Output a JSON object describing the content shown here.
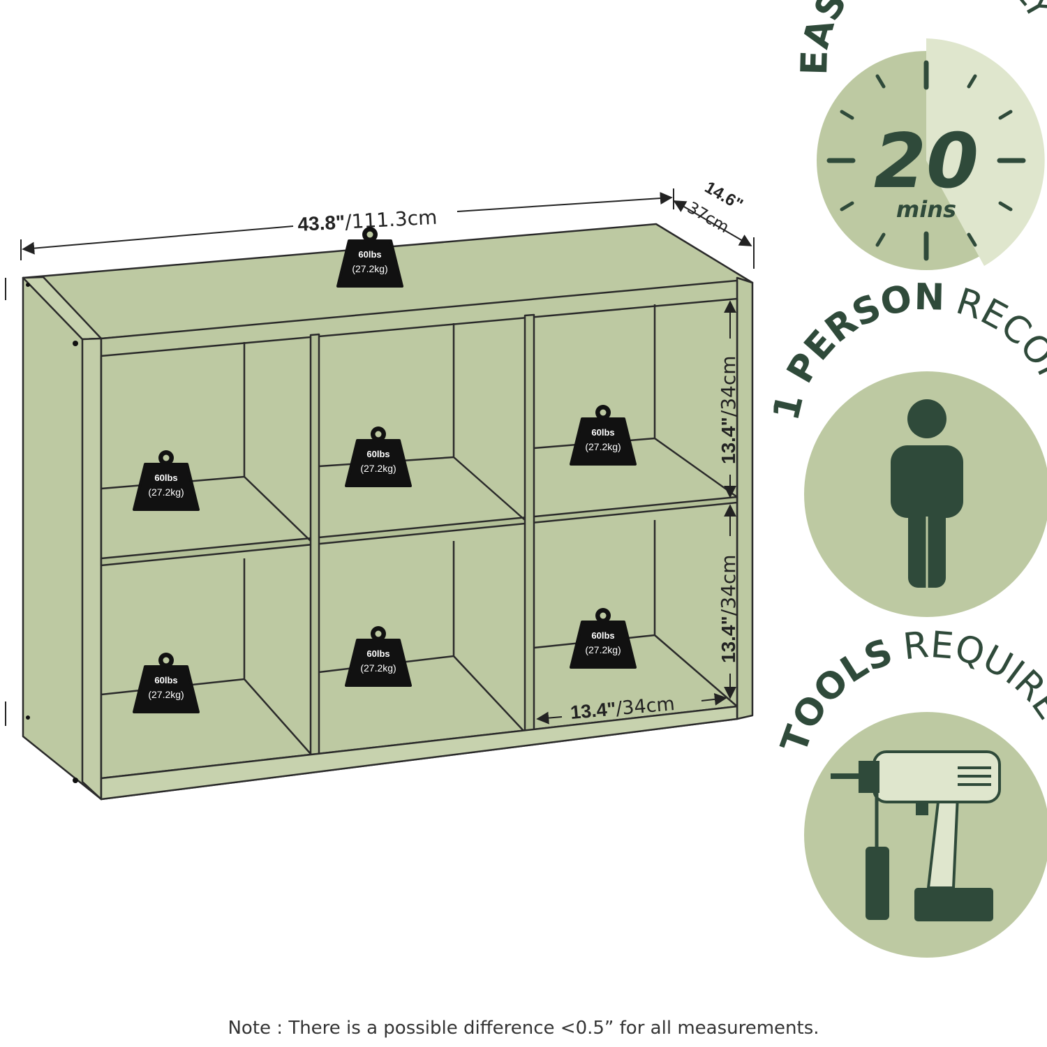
{
  "dimensions": {
    "width_in": "43.8\"",
    "width_cm": "/111.3cm",
    "depth_in": "14.6\"",
    "depth_cm": "37cm",
    "cube_height_top_in": "13.4\"",
    "cube_height_top_cm": "/34cm",
    "cube_height_bottom_in": "13.4\"",
    "cube_height_bottom_cm": "/34cm",
    "cube_width_in": "13.4\"",
    "cube_width_cm": "/34cm"
  },
  "weight_label": {
    "lbs": "60lbs",
    "kg": "(27.2kg)"
  },
  "badges": {
    "assembly": {
      "title_bold": "EASY",
      "title_thin": "ASSEMBLY",
      "minutes": "20",
      "unit": "mins",
      "icon": "clock-icon"
    },
    "person": {
      "title_bold": "1 PERSON",
      "title_thin": "RECOMMENDED",
      "icon": "person-icon"
    },
    "tools": {
      "title_bold": "TOOLS",
      "title_thin": "REQUIRED",
      "icon": "drill-screwdriver-icon"
    }
  },
  "note": "Note : There is a possible difference <0.5” for all measurements.",
  "colors": {
    "shelf_fill": "#bdc9a2",
    "outline": "#2a2a2a",
    "badge_fill": "#bdc9a2",
    "badge_light": "#dfe6cd",
    "dark_green": "#2f4a3a",
    "weight_fill": "#111111"
  }
}
